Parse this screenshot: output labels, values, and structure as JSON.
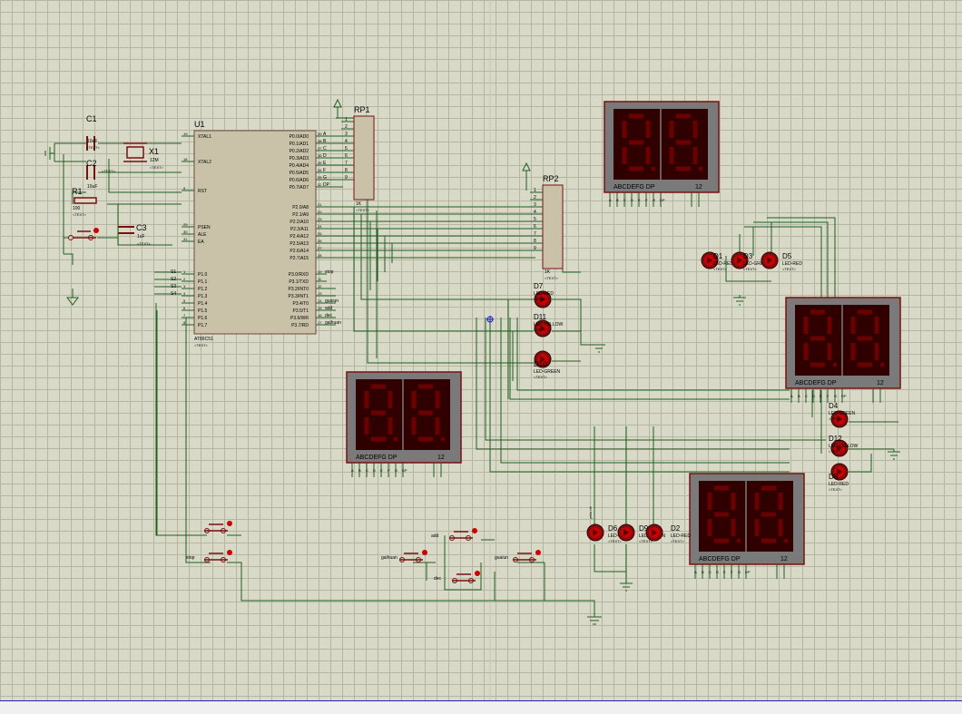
{
  "schematic": {
    "mcu": {
      "ref": "U1",
      "part": "AT89C51",
      "text_tag": "<TEXT>",
      "left_pins": [
        {
          "num": "19",
          "name": "XTAL1"
        },
        {
          "num": "18",
          "name": "XTAL2"
        },
        {
          "num": "9",
          "name": "RST"
        },
        {
          "num": "29",
          "name": "PSEN"
        },
        {
          "num": "30",
          "name": "ALE"
        },
        {
          "num": "31",
          "name": "EA"
        },
        {
          "num": "1",
          "name": "P1.0"
        },
        {
          "num": "2",
          "name": "P1.1"
        },
        {
          "num": "3",
          "name": "P1.2"
        },
        {
          "num": "4",
          "name": "P1.3"
        },
        {
          "num": "5",
          "name": "P1.4"
        },
        {
          "num": "6",
          "name": "P1.5"
        },
        {
          "num": "7",
          "name": "P1.6"
        },
        {
          "num": "8",
          "name": "P1.7"
        }
      ],
      "right_pins": [
        {
          "num": "39",
          "name": "P0.0/AD0"
        },
        {
          "num": "38",
          "name": "P0.1/AD1"
        },
        {
          "num": "37",
          "name": "P0.2/AD2"
        },
        {
          "num": "36",
          "name": "P0.3/AD3"
        },
        {
          "num": "35",
          "name": "P0.4/AD4"
        },
        {
          "num": "34",
          "name": "P0.5/AD5"
        },
        {
          "num": "33",
          "name": "P0.6/AD6"
        },
        {
          "num": "32",
          "name": "P0.7/AD7"
        },
        {
          "num": "21",
          "name": "P2.0/A8"
        },
        {
          "num": "22",
          "name": "P2.1/A9"
        },
        {
          "num": "23",
          "name": "P2.2/A10"
        },
        {
          "num": "24",
          "name": "P2.3/A11"
        },
        {
          "num": "25",
          "name": "P2.4/A12"
        },
        {
          "num": "26",
          "name": "P2.5/A13"
        },
        {
          "num": "27",
          "name": "P2.6/A14"
        },
        {
          "num": "28",
          "name": "P2.7/A15"
        },
        {
          "num": "10",
          "name": "P3.0/RXD"
        },
        {
          "num": "11",
          "name": "P3.1/TXD"
        },
        {
          "num": "12",
          "name": "P3.2/INT0"
        },
        {
          "num": "13",
          "name": "P3.3/INT1"
        },
        {
          "num": "14",
          "name": "P3.4/T0"
        },
        {
          "num": "15",
          "name": "P3.5/T1"
        },
        {
          "num": "16",
          "name": "P3.6/WR"
        },
        {
          "num": "17",
          "name": "P3.7/RD"
        }
      ],
      "p0_labels": [
        "A",
        "B",
        "C",
        "D",
        "E",
        "F",
        "G",
        "DP"
      ],
      "p3_labels": [
        "stop",
        "",
        "",
        "",
        "guaiun",
        "add",
        "dec",
        "gaihuan"
      ],
      "p1_labels": [
        "S1",
        "S2",
        "S3",
        "S4"
      ]
    },
    "parts": {
      "c1": {
        "ref": "C1",
        "value": "10uF"
      },
      "c2": {
        "ref": "C2",
        "value": "10uF"
      },
      "c3": {
        "ref": "C3",
        "value": "1uF"
      },
      "x1": {
        "ref": "X1",
        "value": "12M"
      },
      "r1": {
        "ref": "R1",
        "value": "100"
      },
      "rp1": {
        "ref": "RP1",
        "value": "1K",
        "pins": [
          "1",
          "2",
          "3",
          "4",
          "5",
          "6",
          "7",
          "8",
          "9"
        ]
      },
      "rp2": {
        "ref": "RP2",
        "value": "1K",
        "pins": [
          "1",
          "2",
          "3",
          "4",
          "5",
          "6",
          "7",
          "8",
          "9"
        ]
      },
      "text_tag": "<TEXT>"
    },
    "displays": {
      "segment_label": "ABCDEFG DP",
      "digit_label": "12",
      "pins": [
        "A",
        "B",
        "C",
        "D",
        "E",
        "F",
        "G",
        "DP"
      ]
    },
    "leds": {
      "d7": {
        "ref": "D7",
        "type": "LED-RED"
      },
      "d11": {
        "ref": "D11",
        "type": "LED-YELLOW"
      },
      "d10": {
        "ref": "D10",
        "type": "LED-GREEN"
      },
      "d1": {
        "ref": "D1",
        "type": "LED-RED"
      },
      "d3": {
        "ref": "D3",
        "type": "LED-GREEN"
      },
      "d5": {
        "ref": "D5",
        "type": "LED-RED"
      },
      "d4": {
        "ref": "D4",
        "type": "LED-GREEN"
      },
      "d12": {
        "ref": "D12",
        "type": "LED-YELLOW"
      },
      "d8": {
        "ref": "D8",
        "type": "LED-RED"
      },
      "d6": {
        "ref": "D6",
        "type": "LED-RED"
      },
      "d9": {
        "ref": "D9",
        "type": "LED-GREEN"
      },
      "d2": {
        "ref": "D2",
        "type": "LED-RED"
      },
      "yellow_note": "yello n6"
    },
    "buttons": {
      "stop": "stop",
      "add": "add",
      "gaihuan": "gaihuan",
      "guaiun": "guaiun",
      "dec": "dec"
    },
    "colors": {
      "grid_bg": "#d9d9c8",
      "wire": "#1f5f1f",
      "component_outline": "#7a1010",
      "display_bg": "#300000",
      "segment_off": "#6a0000",
      "led_red": "#cc0000",
      "selection_blue": "#2020c0"
    }
  }
}
